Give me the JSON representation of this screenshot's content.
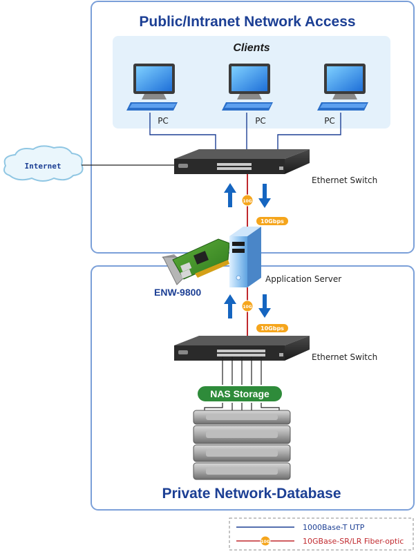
{
  "top_section": {
    "title": "Public/Intranet Network Access",
    "clients_label": "Clients"
  },
  "pcs": [
    "PC",
    "PC",
    "PC"
  ],
  "internet_label": "Internet",
  "ethernet_switch_top_label": "Ethernet Switch",
  "fiber_badge_text": "10G",
  "speed_label": "10Gbps",
  "application_server_label": "Application Server",
  "nic_label": "ENW-9800",
  "ethernet_switch_bottom_label": "Ethernet Switch",
  "nas_storage_label": "NAS Storage",
  "bottom_section": {
    "title": "Private Network-Database"
  },
  "legend": {
    "utp_label": "1000Base-T UTP",
    "fiber_label": "10GBase-SR/LR Fiber-optic",
    "fiber_badge_text": "10G",
    "utp_color": "#1c3f94",
    "fiber_color": "#c0282d"
  },
  "colors": {
    "frame_border": "#7a9fd8",
    "title": "#1c3f94",
    "arrow": "#1565c0",
    "badge": "#f5a51c",
    "nas_badge": "#2e8b3a"
  }
}
